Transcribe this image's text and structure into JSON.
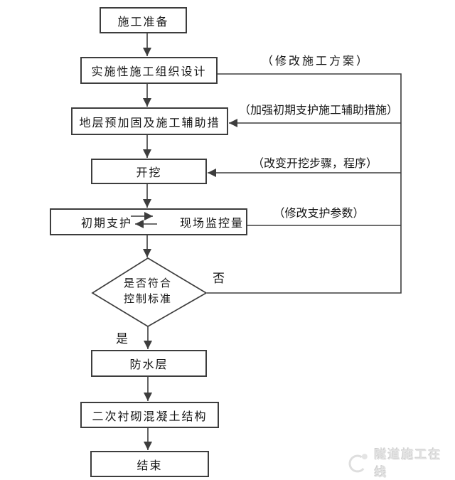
{
  "flowchart": {
    "nodes": {
      "start": "施工准备",
      "design": "实施性施工组织设计",
      "pre_reinforce": "地层预加固及施工辅助措",
      "excavation": "开挖",
      "initial_support": "初期支护",
      "site_monitoring": "现场监控量",
      "decision_line1": "是否符合",
      "decision_line2": "控制标准",
      "waterproof": "防水层",
      "secondary_lining": "二次衬砌混凝土结构",
      "end": "结束"
    },
    "feedback_labels": {
      "modify_plan": "（修改施工方案）",
      "strengthen_aux": "（加强初期支护施工辅助措施）",
      "change_excavation": "（改变开挖步骤，程序）",
      "modify_support": "（修改支护参数）"
    },
    "decision": {
      "no": "否",
      "yes": "是"
    },
    "colors": {
      "line": "#3d3d3d",
      "text": "#151515",
      "watermark": "#e3e3e3"
    }
  },
  "watermark": {
    "text": "隧道施工在线"
  }
}
